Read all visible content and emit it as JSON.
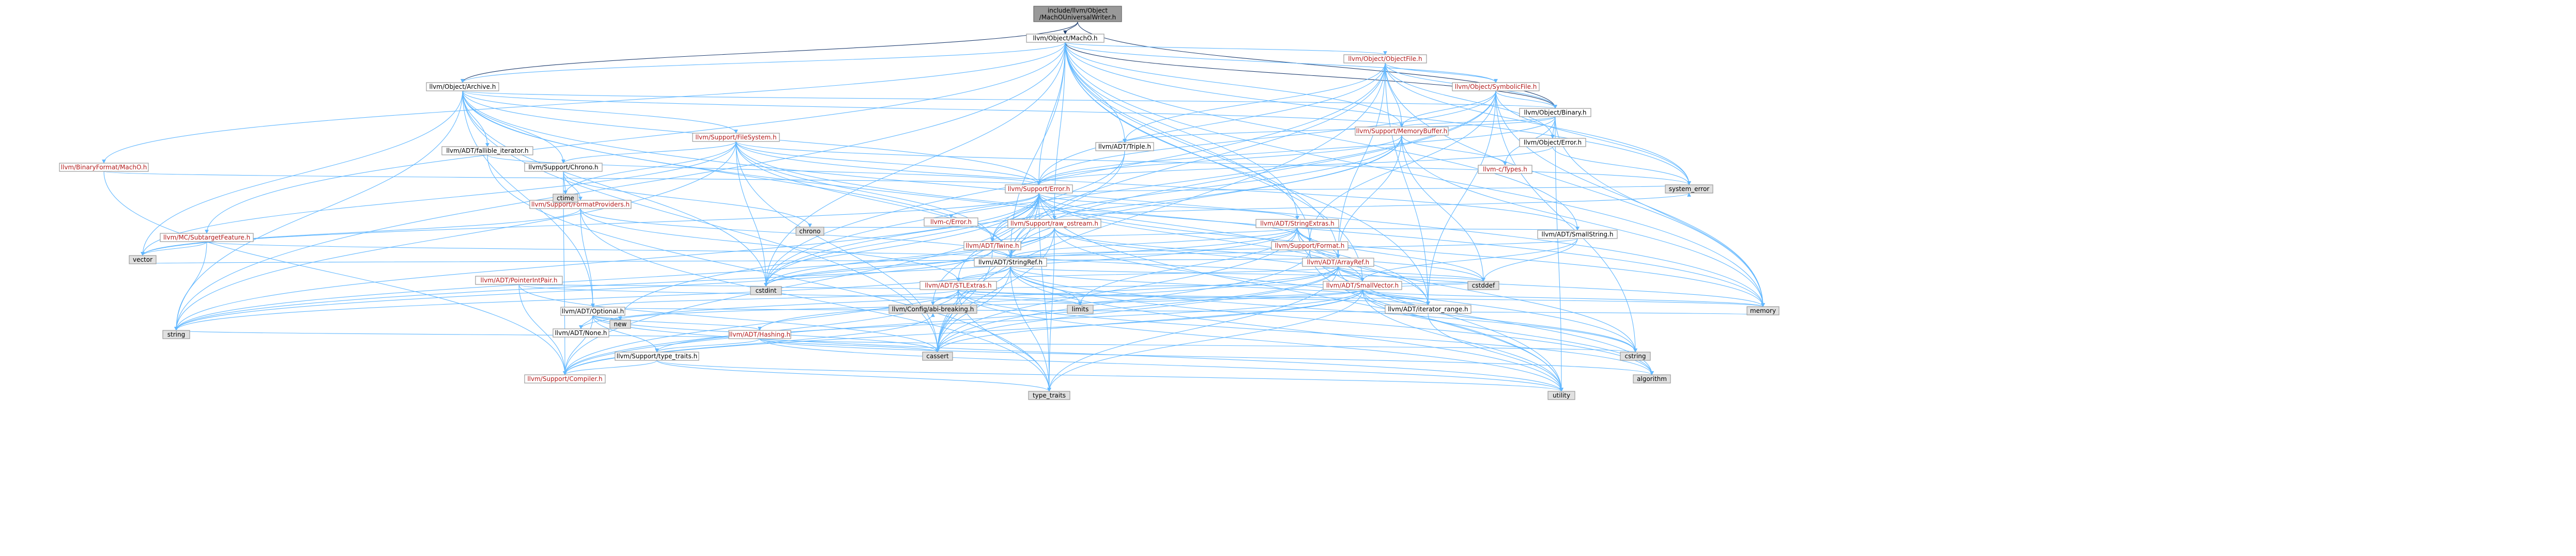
{
  "colors": {
    "root_fill": "#999999",
    "node_fill": "#ffffff",
    "external_fill": "#e0e0e0",
    "node_border": "#999999",
    "red_label": "#b31b1b",
    "edge_primary": "#63b8ff",
    "edge_dark": "#1f3e70"
  },
  "nodes": [
    {
      "id": "root",
      "label": "include/llvm/Object\n/MachOUniversalWriter.h",
      "kind": "root"
    },
    {
      "id": "macho",
      "label": "llvm/Object/MachO.h",
      "kind": "doc"
    },
    {
      "id": "archive",
      "label": "llvm/Object/Archive.h",
      "kind": "doc"
    },
    {
      "id": "objectfile",
      "label": "llvm/Object/ObjectFile.h",
      "kind": "red"
    },
    {
      "id": "symbolicfile",
      "label": "llvm/Object/SymbolicFile.h",
      "kind": "red"
    },
    {
      "id": "binary",
      "label": "llvm/Object/Binary.h",
      "kind": "doc"
    },
    {
      "id": "objerror",
      "label": "llvm/Object/Error.h",
      "kind": "doc"
    },
    {
      "id": "memorybuffer",
      "label": "llvm/Support/MemoryBuffer.h",
      "kind": "red"
    },
    {
      "id": "ctypes",
      "label": "llvm-c/Types.h",
      "kind": "red"
    },
    {
      "id": "binaryformat",
      "label": "llvm/BinaryFormat/MachO.h",
      "kind": "red"
    },
    {
      "id": "fallible",
      "label": "llvm/ADT/fallible_iterator.h",
      "kind": "doc"
    },
    {
      "id": "filesystem",
      "label": "llvm/Support/FileSystem.h",
      "kind": "red"
    },
    {
      "id": "chrono_h",
      "label": "llvm/Support/Chrono.h",
      "kind": "doc"
    },
    {
      "id": "triple",
      "label": "llvm/ADT/Triple.h",
      "kind": "doc"
    },
    {
      "id": "error",
      "label": "llvm/Support/Error.h",
      "kind": "red"
    },
    {
      "id": "fmtproviders",
      "label": "llvm/Support/FormatProviders.h",
      "kind": "red"
    },
    {
      "id": "subtarget",
      "label": "llvm/MC/SubtargetFeature.h",
      "kind": "red"
    },
    {
      "id": "llvmerror",
      "label": "llvm-c/Error.h",
      "kind": "red"
    },
    {
      "id": "rawostream",
      "label": "llvm/Support/raw_ostream.h",
      "kind": "red"
    },
    {
      "id": "stringextras",
      "label": "llvm/ADT/StringExtras.h",
      "kind": "red"
    },
    {
      "id": "twine",
      "label": "llvm/ADT/Twine.h",
      "kind": "red"
    },
    {
      "id": "format",
      "label": "llvm/Support/Format.h",
      "kind": "red"
    },
    {
      "id": "smallstring",
      "label": "llvm/ADT/SmallString.h",
      "kind": "doc"
    },
    {
      "id": "stringref",
      "label": "llvm/ADT/StringRef.h",
      "kind": "doc"
    },
    {
      "id": "arrayref",
      "label": "llvm/ADT/ArrayRef.h",
      "kind": "red"
    },
    {
      "id": "pointerintpair",
      "label": "llvm/ADT/PointerIntPair.h",
      "kind": "red"
    },
    {
      "id": "stlextras",
      "label": "llvm/ADT/STLExtras.h",
      "kind": "red"
    },
    {
      "id": "smallvector",
      "label": "llvm/ADT/SmallVector.h",
      "kind": "red"
    },
    {
      "id": "optional",
      "label": "llvm/ADT/Optional.h",
      "kind": "doc"
    },
    {
      "id": "hashing",
      "label": "llvm/ADT/Hashing.h",
      "kind": "red"
    },
    {
      "id": "none",
      "label": "llvm/ADT/None.h",
      "kind": "doc"
    },
    {
      "id": "iteratorrange",
      "label": "llvm/ADT/iterator_range.h",
      "kind": "doc"
    },
    {
      "id": "typetraits",
      "label": "llvm/Support/type_traits.h",
      "kind": "doc"
    },
    {
      "id": "compiler",
      "label": "llvm/Support/Compiler.h",
      "kind": "red"
    },
    {
      "id": "abibreaking",
      "label": "llvm/Config/abi-breaking.h",
      "kind": "ext"
    },
    {
      "id": "system_error",
      "label": "system_error",
      "kind": "ext"
    },
    {
      "id": "memory",
      "label": "memory",
      "kind": "ext"
    },
    {
      "id": "cstdint",
      "label": "cstdint",
      "kind": "ext"
    },
    {
      "id": "cassert",
      "label": "cassert",
      "kind": "ext"
    },
    {
      "id": "string",
      "label": "string",
      "kind": "ext"
    },
    {
      "id": "vector",
      "label": "vector",
      "kind": "ext"
    },
    {
      "id": "chrono",
      "label": "chrono",
      "kind": "ext"
    },
    {
      "id": "ctime",
      "label": "ctime",
      "kind": "ext"
    },
    {
      "id": "cstddef",
      "label": "cstddef",
      "kind": "ext"
    },
    {
      "id": "limits",
      "label": "limits",
      "kind": "ext"
    },
    {
      "id": "new",
      "label": "new",
      "kind": "ext"
    },
    {
      "id": "cstring",
      "label": "cstring",
      "kind": "ext"
    },
    {
      "id": "algorithm",
      "label": "algorithm",
      "kind": "ext"
    },
    {
      "id": "utility",
      "label": "utility",
      "kind": "ext"
    },
    {
      "id": "type_traits",
      "label": "type_traits",
      "kind": "ext"
    }
  ],
  "edges": [
    [
      "root",
      "macho"
    ],
    [
      "root",
      "archive"
    ],
    [
      "root",
      "binary"
    ],
    [
      "macho",
      "archive"
    ],
    [
      "macho",
      "objectfile"
    ],
    [
      "macho",
      "symbolicfile"
    ],
    [
      "macho",
      "binary"
    ],
    [
      "macho",
      "memorybuffer"
    ],
    [
      "macho",
      "binaryformat"
    ],
    [
      "macho",
      "triple"
    ],
    [
      "macho",
      "error"
    ],
    [
      "macho",
      "subtarget"
    ],
    [
      "macho",
      "rawostream"
    ],
    [
      "macho",
      "stringextras"
    ],
    [
      "macho",
      "format"
    ],
    [
      "macho",
      "smallstring"
    ],
    [
      "macho",
      "stringref"
    ],
    [
      "macho",
      "arrayref"
    ],
    [
      "macho",
      "smallvector"
    ],
    [
      "macho",
      "iteratorrange"
    ],
    [
      "macho",
      "system_error"
    ],
    [
      "macho",
      "memory"
    ],
    [
      "macho",
      "cstdint"
    ],
    [
      "macho",
      "string"
    ],
    [
      "archive",
      "binary"
    ],
    [
      "archive",
      "memorybuffer"
    ],
    [
      "archive",
      "fallible"
    ],
    [
      "archive",
      "filesystem"
    ],
    [
      "archive",
      "chrono_h"
    ],
    [
      "archive",
      "error"
    ],
    [
      "archive",
      "stringref"
    ],
    [
      "archive",
      "optional"
    ],
    [
      "archive",
      "iteratorrange"
    ],
    [
      "archive",
      "cstdint"
    ],
    [
      "archive",
      "cassert"
    ],
    [
      "archive",
      "string"
    ],
    [
      "archive",
      "vector"
    ],
    [
      "archive",
      "memory"
    ],
    [
      "objectfile",
      "symbolicfile"
    ],
    [
      "objectfile",
      "binary"
    ],
    [
      "objectfile",
      "objerror"
    ],
    [
      "objectfile",
      "memorybuffer"
    ],
    [
      "objectfile",
      "triple"
    ],
    [
      "objectfile",
      "error"
    ],
    [
      "objectfile",
      "stringref"
    ],
    [
      "objectfile",
      "arrayref"
    ],
    [
      "objectfile",
      "iteratorrange"
    ],
    [
      "objectfile",
      "system_error"
    ],
    [
      "objectfile",
      "cassert"
    ],
    [
      "objectfile",
      "cstdint"
    ],
    [
      "objectfile",
      "memory"
    ],
    [
      "symbolicfile",
      "binary"
    ],
    [
      "symbolicfile",
      "memorybuffer"
    ],
    [
      "symbolicfile",
      "error"
    ],
    [
      "symbolicfile",
      "format"
    ],
    [
      "symbolicfile",
      "iteratorrange"
    ],
    [
      "symbolicfile",
      "stringref"
    ],
    [
      "symbolicfile",
      "system_error"
    ],
    [
      "symbolicfile",
      "cstdint"
    ],
    [
      "symbolicfile",
      "cstring"
    ],
    [
      "symbolicfile",
      "memory"
    ],
    [
      "binary",
      "objerror"
    ],
    [
      "binary",
      "memorybuffer"
    ],
    [
      "binary",
      "triple"
    ],
    [
      "binary",
      "error"
    ],
    [
      "binary",
      "ctypes"
    ],
    [
      "binary",
      "memory"
    ],
    [
      "binary",
      "utility"
    ],
    [
      "objerror",
      "error"
    ],
    [
      "objerror",
      "system_error"
    ],
    [
      "memorybuffer",
      "ctypes"
    ],
    [
      "memorybuffer",
      "error"
    ],
    [
      "memorybuffer",
      "twine"
    ],
    [
      "memorybuffer",
      "stringref"
    ],
    [
      "memorybuffer",
      "arrayref"
    ],
    [
      "memorybuffer",
      "cstddef"
    ],
    [
      "memorybuffer",
      "cstdint"
    ],
    [
      "memorybuffer",
      "memory"
    ],
    [
      "binaryformat",
      "error"
    ],
    [
      "binaryformat",
      "compiler"
    ],
    [
      "fallible",
      "error"
    ],
    [
      "fallible",
      "type_traits"
    ],
    [
      "filesystem",
      "error"
    ],
    [
      "filesystem",
      "chrono_h"
    ],
    [
      "filesystem",
      "twine"
    ],
    [
      "filesystem",
      "smallstring"
    ],
    [
      "filesystem",
      "stringref"
    ],
    [
      "filesystem",
      "system_error"
    ],
    [
      "filesystem",
      "cassert"
    ],
    [
      "filesystem",
      "cstdint"
    ],
    [
      "filesystem",
      "ctime"
    ],
    [
      "filesystem",
      "memory"
    ],
    [
      "filesystem",
      "string"
    ],
    [
      "filesystem",
      "vector"
    ],
    [
      "filesystem",
      "stack_placeholder"
    ],
    [
      "chrono_h",
      "fmtproviders"
    ],
    [
      "chrono_h",
      "compiler"
    ],
    [
      "chrono_h",
      "chrono"
    ],
    [
      "chrono_h",
      "ctime"
    ],
    [
      "triple",
      "twine"
    ],
    [
      "triple",
      "stringref"
    ],
    [
      "error",
      "llvmerror"
    ],
    [
      "error",
      "rawostream"
    ],
    [
      "error",
      "stringextras"
    ],
    [
      "error",
      "twine"
    ],
    [
      "error",
      "format"
    ],
    [
      "error",
      "smallvector"
    ],
    [
      "error",
      "stlextras"
    ],
    [
      "error",
      "abibreaking"
    ],
    [
      "error",
      "compiler"
    ],
    [
      "error",
      "system_error"
    ],
    [
      "error",
      "cassert"
    ],
    [
      "error",
      "cstdint"
    ],
    [
      "error",
      "cstdlib"
    ],
    [
      "error",
      "memory"
    ],
    [
      "error",
      "new"
    ],
    [
      "error",
      "string"
    ],
    [
      "error",
      "type_traits"
    ],
    [
      "error",
      "utility"
    ],
    [
      "error",
      "vector"
    ],
    [
      "fmtproviders",
      "stringref"
    ],
    [
      "fmtproviders",
      "stlextras"
    ],
    [
      "fmtproviders",
      "optional"
    ],
    [
      "fmtproviders",
      "vector"
    ],
    [
      "fmtproviders",
      "type_traits"
    ],
    [
      "subtarget",
      "stringref"
    ],
    [
      "subtarget",
      "vector"
    ],
    [
      "subtarget",
      "string"
    ],
    [
      "rawostream",
      "stringref"
    ],
    [
      "rawostream",
      "smallvector"
    ],
    [
      "rawostream",
      "cassert"
    ],
    [
      "rawostream",
      "chrono"
    ],
    [
      "rawostream",
      "cstddef"
    ],
    [
      "rawostream",
      "cstdint"
    ],
    [
      "rawostream",
      "cstring"
    ],
    [
      "rawostream",
      "string"
    ],
    [
      "rawostream",
      "system_error"
    ],
    [
      "rawostream",
      "type_traits"
    ],
    [
      "stringextras",
      "arrayref"
    ],
    [
      "stringextras",
      "smallstring"
    ],
    [
      "stringextras",
      "stringref"
    ],
    [
      "stringextras",
      "twine"
    ],
    [
      "stringextras",
      "iteratorrange"
    ],
    [
      "stringextras",
      "cassert"
    ],
    [
      "stringextras",
      "cstddef"
    ],
    [
      "stringextras",
      "cstdint"
    ],
    [
      "stringextras",
      "cstring"
    ],
    [
      "stringextras",
      "limits"
    ],
    [
      "stringextras",
      "string"
    ],
    [
      "stringextras",
      "utility"
    ],
    [
      "twine",
      "smallvector"
    ],
    [
      "twine",
      "stringref"
    ],
    [
      "twine",
      "cassert"
    ],
    [
      "twine",
      "cstdint"
    ],
    [
      "twine",
      "string"
    ],
    [
      "format",
      "arrayref"
    ],
    [
      "format",
      "stringref"
    ],
    [
      "format",
      "cassert"
    ],
    [
      "format",
      "cstdio"
    ],
    [
      "format",
      "tuple"
    ],
    [
      "format",
      "utility"
    ],
    [
      "smallstring",
      "smallvector"
    ],
    [
      "smallstring",
      "stringref"
    ],
    [
      "smallstring",
      "cstddef"
    ],
    [
      "stringref",
      "stlextras"
    ],
    [
      "stringref",
      "iteratorrange"
    ],
    [
      "stringref",
      "compiler"
    ],
    [
      "stringref",
      "algorithm"
    ],
    [
      "stringref",
      "cassert"
    ],
    [
      "stringref",
      "cstddef"
    ],
    [
      "stringref",
      "cstring"
    ],
    [
      "stringref",
      "limits"
    ],
    [
      "stringref",
      "string"
    ],
    [
      "stringref",
      "type_traits"
    ],
    [
      "stringref",
      "utility"
    ],
    [
      "arrayref",
      "hashing"
    ],
    [
      "arrayref",
      "none"
    ],
    [
      "arrayref",
      "smallvector"
    ],
    [
      "arrayref",
      "stlextras"
    ],
    [
      "arrayref",
      "compiler"
    ],
    [
      "arrayref",
      "algorithm"
    ],
    [
      "arrayref",
      "cassert"
    ],
    [
      "arrayref",
      "cstddef"
    ],
    [
      "arrayref",
      "memory"
    ],
    [
      "arrayref",
      "type_traits"
    ],
    [
      "arrayref",
      "vector"
    ],
    [
      "pointerintpair",
      "compiler"
    ],
    [
      "pointerintpair",
      "cassert"
    ],
    [
      "pointerintpair",
      "cstdint"
    ],
    [
      "pointerintpair",
      "limits"
    ],
    [
      "stlextras",
      "optional"
    ],
    [
      "stlextras",
      "iteratorrange"
    ],
    [
      "stlextras",
      "abibreaking"
    ],
    [
      "stlextras",
      "compiler"
    ],
    [
      "stlextras",
      "algorithm"
    ],
    [
      "stlextras",
      "cassert"
    ],
    [
      "stlextras",
      "cstddef"
    ],
    [
      "stlextras",
      "cstdint"
    ],
    [
      "stlextras",
      "limits"
    ],
    [
      "stlextras",
      "memory"
    ],
    [
      "stlextras",
      "type_traits"
    ],
    [
      "stlextras",
      "utility"
    ],
    [
      "smallvector",
      "iteratorrange"
    ],
    [
      "smallvector",
      "compiler"
    ],
    [
      "smallvector",
      "typetraits"
    ],
    [
      "smallvector",
      "algorithm"
    ],
    [
      "smallvector",
      "cassert"
    ],
    [
      "smallvector",
      "cstddef"
    ],
    [
      "smallvector",
      "cstring"
    ],
    [
      "smallvector",
      "limits"
    ],
    [
      "smallvector",
      "memory"
    ],
    [
      "smallvector",
      "new"
    ],
    [
      "smallvector",
      "type_traits"
    ],
    [
      "smallvector",
      "utility"
    ],
    [
      "optional",
      "hashing"
    ],
    [
      "optional",
      "none"
    ],
    [
      "optional",
      "compiler"
    ],
    [
      "optional",
      "typetraits"
    ],
    [
      "optional",
      "cassert"
    ],
    [
      "optional",
      "memory"
    ],
    [
      "optional",
      "new"
    ],
    [
      "optional",
      "utility"
    ],
    [
      "hashing",
      "typetraits"
    ],
    [
      "hashing",
      "algorithm"
    ],
    [
      "hashing",
      "cassert"
    ],
    [
      "hashing",
      "cstring"
    ],
    [
      "hashing",
      "string"
    ],
    [
      "hashing",
      "utility"
    ],
    [
      "iteratorrange",
      "utility"
    ],
    [
      "typetraits",
      "compiler"
    ],
    [
      "typetraits",
      "type_traits"
    ],
    [
      "typetraits",
      "utility"
    ],
    [
      "compiler",
      "abibreaking"
    ]
  ]
}
